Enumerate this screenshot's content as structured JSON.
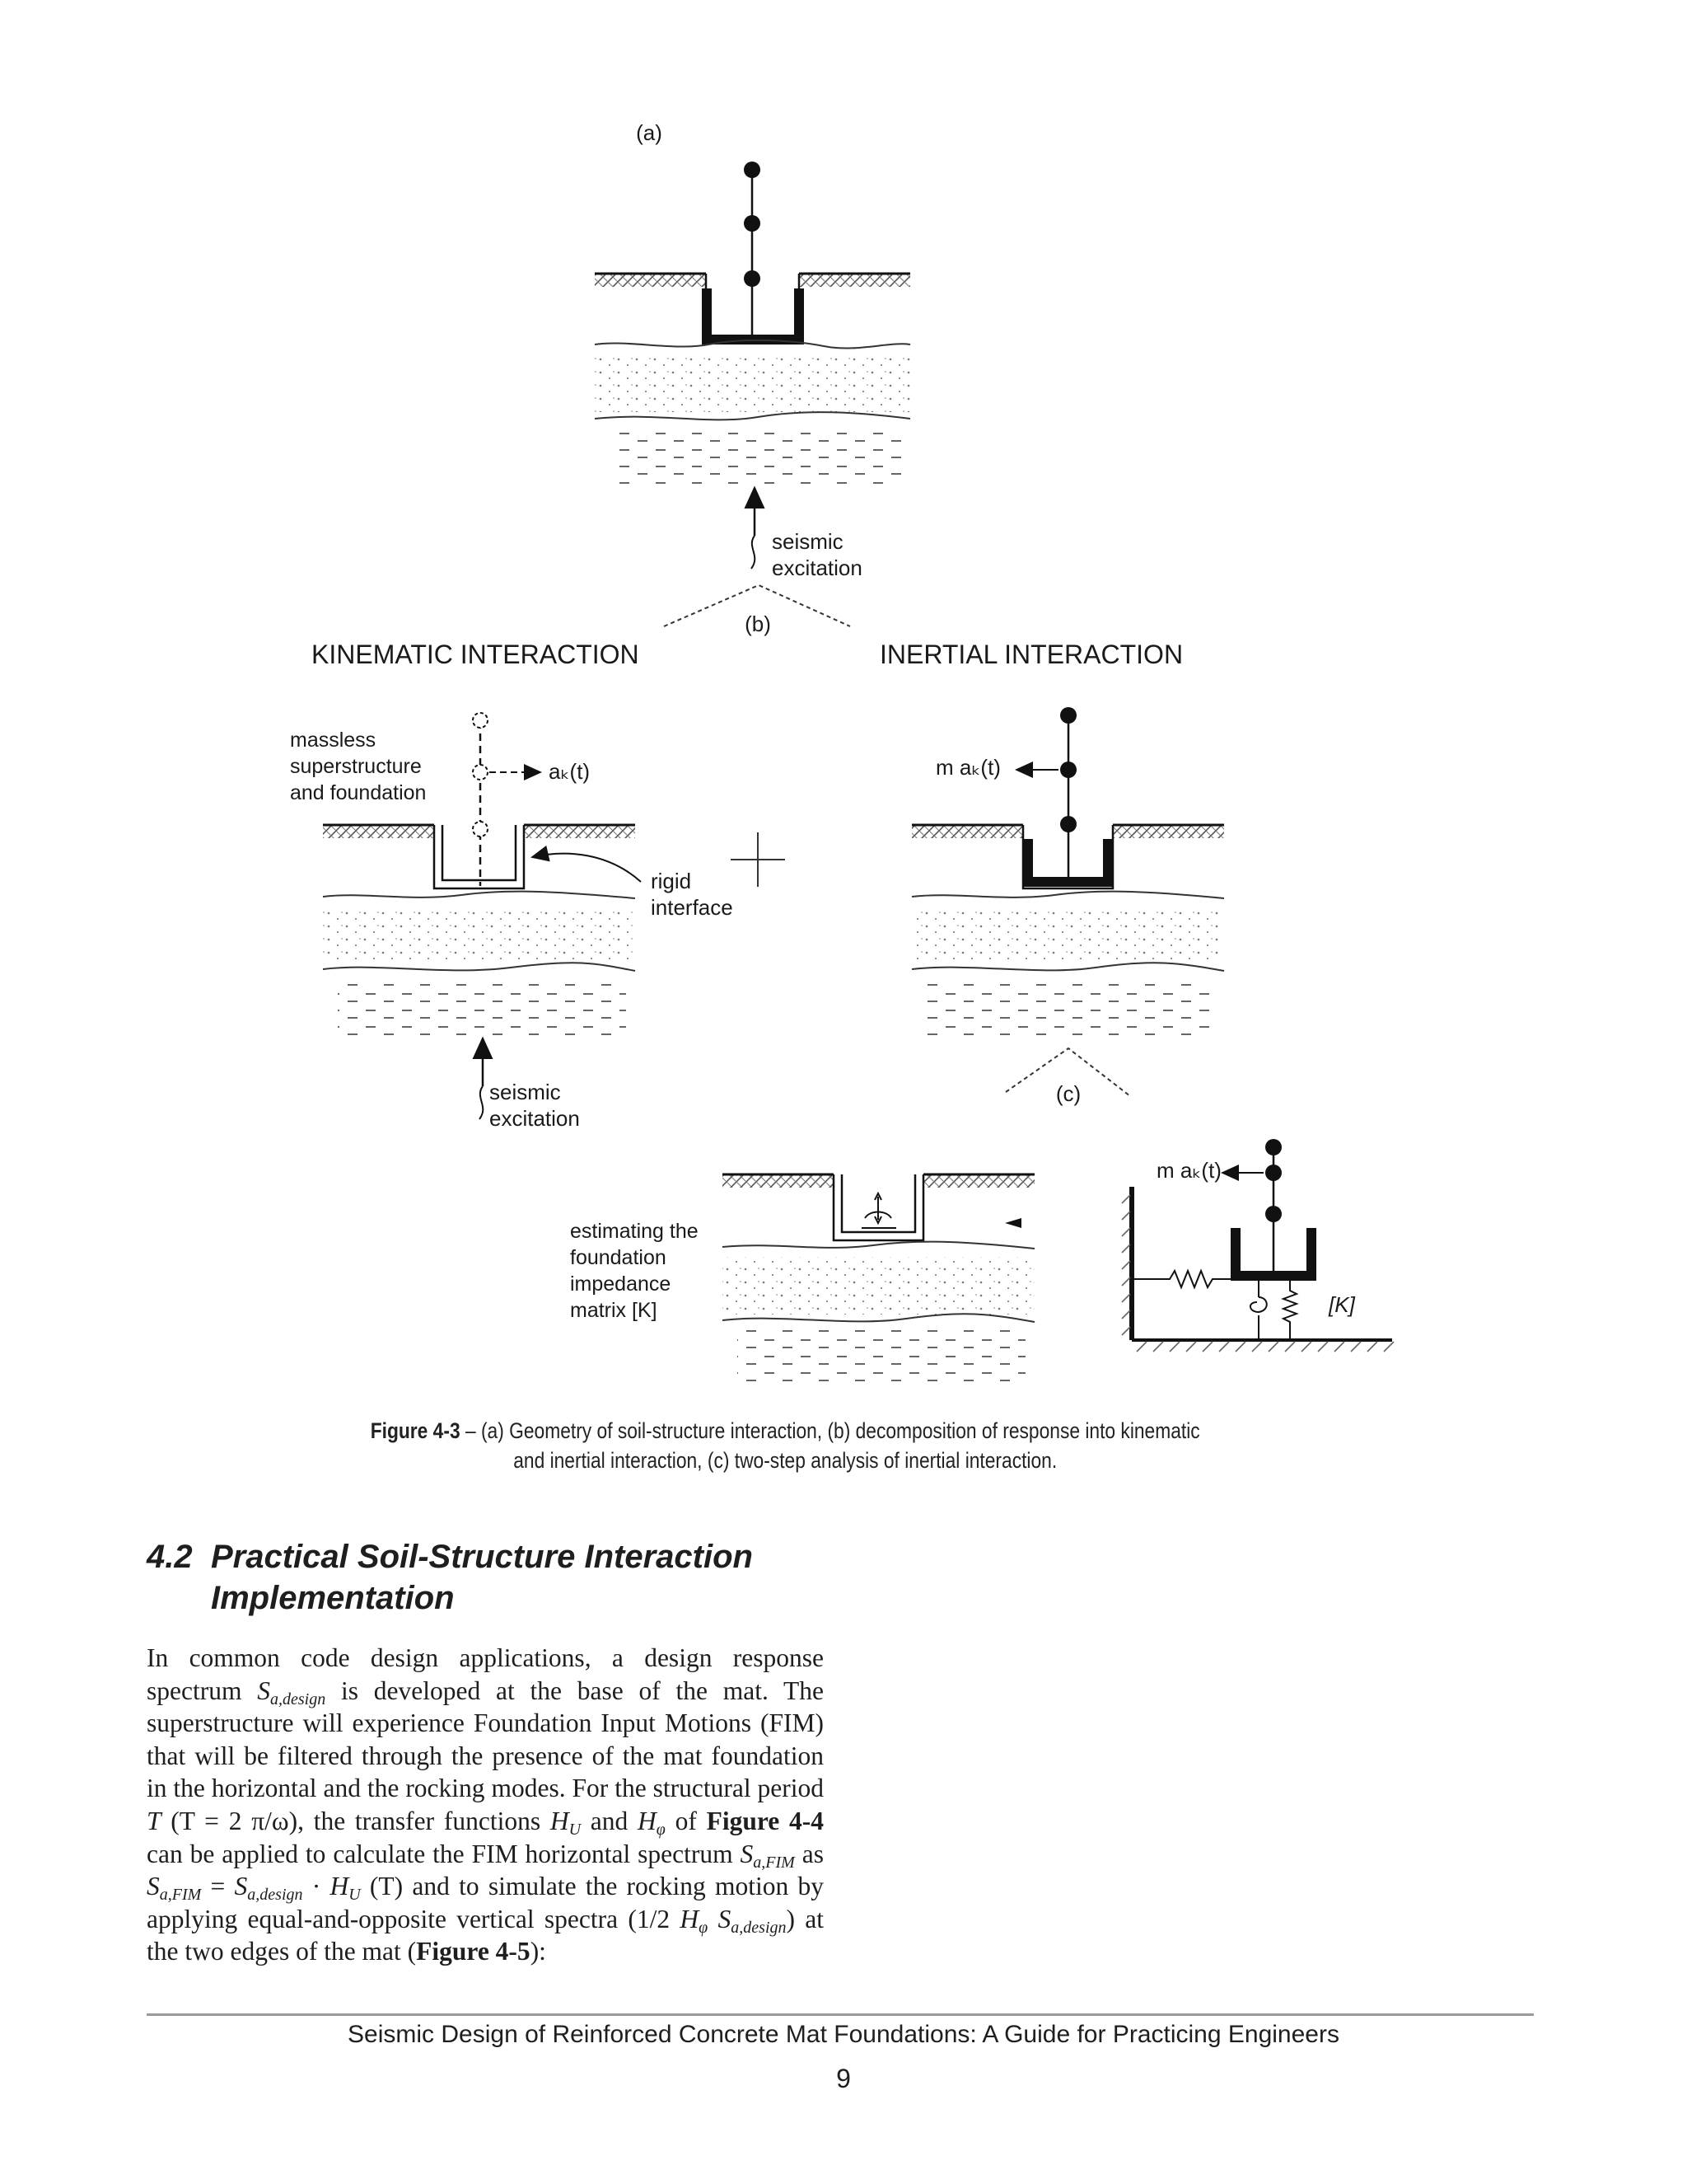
{
  "figure": {
    "label_a": "(a)",
    "label_b": "(b)",
    "label_c": "(c)",
    "seismic_1": "seismic",
    "excitation_1": "excitation",
    "kinematic_title": "KINEMATIC INTERACTION",
    "inertial_title": "INERTIAL INTERACTION",
    "massless_1": "massless",
    "massless_2": "superstructure",
    "massless_3": "and foundation",
    "ak_label": "aₖ(t)",
    "m_ak_label": "m aₖ(t)",
    "m_ak_label_c": "m aₖ(t)",
    "rigid_1": "rigid",
    "rigid_2": "interface",
    "seismic_2": "seismic",
    "excitation_2": "excitation",
    "est_1": "estimating the",
    "est_2": "foundation",
    "est_3": "impedance",
    "est_4": "matrix [K]",
    "k_label": "[K]"
  },
  "caption": {
    "label": "Figure 4-3",
    "line1": " – (a) Geometry of soil-structure interaction, (b) decomposition of response into kinematic",
    "line2": "and inertial interaction, (c) two-step analysis of inertial interaction."
  },
  "section": {
    "number": "4.2",
    "title_line1": "Practical Soil-Structure Interaction",
    "title_line2": "Implementation"
  },
  "paragraph": {
    "s1": "In common code design applications, a design response spectrum ",
    "s1_var": "S",
    "s1_sub": "a,design",
    "s2": " is developed at the base of the mat. The superstructure will experience Foundation Input Motions (FIM) that will be filtered through the presence of the mat foundation in the horizontal and the rocking modes. For the structural period ",
    "t_var": "T",
    "t_expr": " (T = 2 π/ω), the transfer functions ",
    "hu": "H",
    "hu_sub": "U",
    "and1": " and ",
    "hphi": "H",
    "hphi_sub": "φ",
    "of": " of ",
    "fig44": "Figure 4-4",
    "s3": " can be applied to calculate the FIM horizontal spectrum ",
    "sfim": "S",
    "sfim_sub": "a,FIM",
    "as": " as ",
    "eq": "S",
    "eq_sub": "a,FIM",
    "eq2": " = ",
    "eq3": "S",
    "eq3_sub": "a,design",
    "eq4": " · ",
    "eq5": "H",
    "eq5_sub": "U",
    "eq6": " (T)",
    "s4": " and to simulate the rocking motion by applying equal-and-opposite vertical spectra (1/2 ",
    "hphi2": "H",
    "hphi2_sub": "φ",
    "sdes": " S",
    "sdes_sub": "a,design",
    "s5": ") at the two edges of the mat (",
    "fig45": "Figure 4-5",
    "s6": "):"
  },
  "footer": {
    "title": "Seismic Design of Reinforced Concrete Mat Foundations: A Guide for Practicing Engineers",
    "page": "9"
  }
}
